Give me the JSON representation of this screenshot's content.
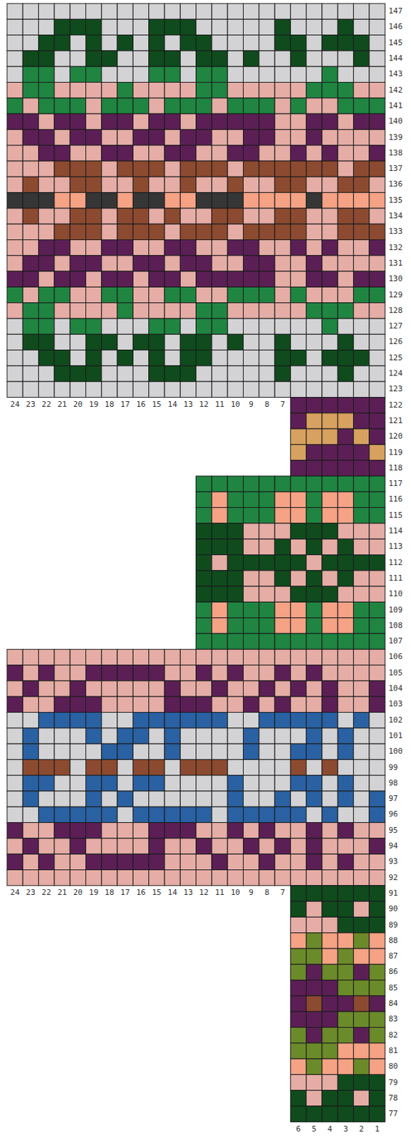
{
  "diagram": {
    "labels": [
      "147",
      "146",
      "145",
      "144",
      "143",
      "142",
      "141",
      "140",
      "139",
      "138",
      "137",
      "136",
      "135",
      "134",
      "133",
      "132",
      "131",
      "130",
      "129",
      "128",
      "127",
      "126",
      "125",
      "124",
      "123",
      "24",
      "23",
      "22",
      "21",
      "20",
      "19",
      "18",
      "17",
      "16",
      "15",
      "14",
      "13",
      "12",
      "11",
      "10",
      "9",
      "8",
      "7",
      "122",
      "121",
      "120",
      "119",
      "118",
      "117",
      "116",
      "115",
      "114",
      "113",
      "112",
      "111",
      "110",
      "109",
      "108",
      "107",
      "106",
      "105",
      "104",
      "103",
      "102",
      "101",
      "100",
      "99",
      "98",
      "97",
      "96",
      "95",
      "94",
      "93",
      "92",
      "24",
      "23",
      "22",
      "21",
      "20",
      "19",
      "18",
      "17",
      "16",
      "15",
      "14",
      "13",
      "12",
      "11",
      "10",
      "9",
      "8",
      "7",
      "91",
      "90",
      "89",
      "88",
      "87",
      "86",
      "85",
      "84",
      "83",
      "82",
      "81",
      "80",
      "79",
      "78",
      "77",
      "6",
      "5",
      "4",
      "3",
      "2",
      "1"
    ]
  }
}
